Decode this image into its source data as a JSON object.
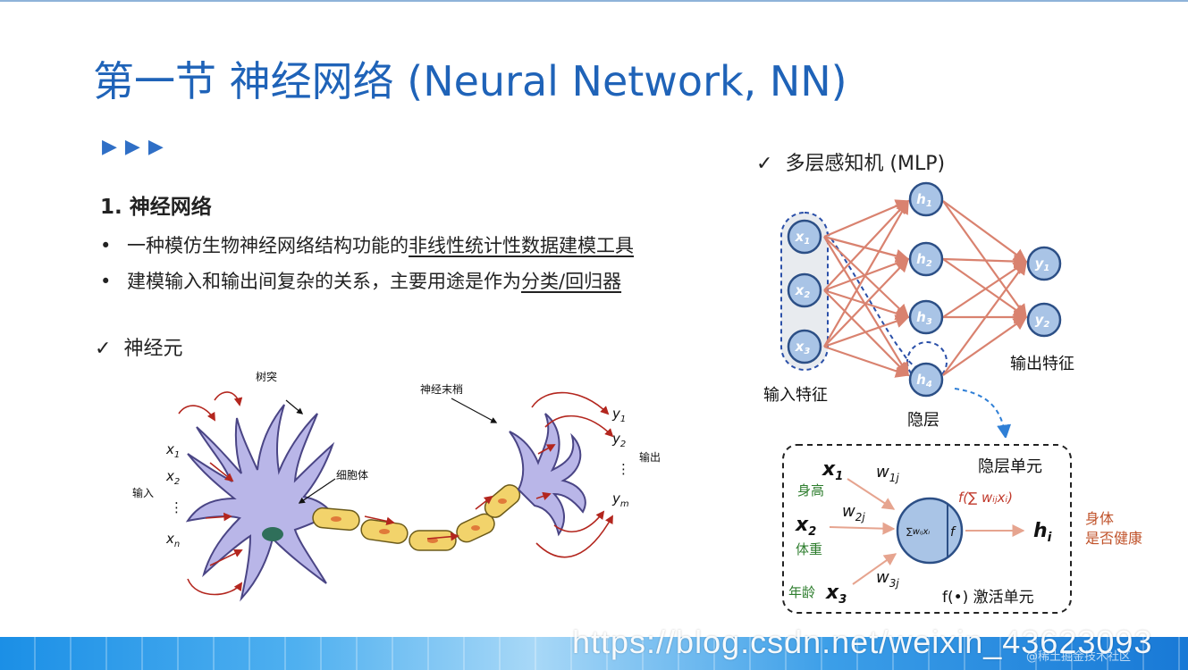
{
  "title": "第一节 神经网络 (Neural Network, NN)",
  "arrows": "▶▶▶",
  "section": {
    "heading": "1. 神经网络",
    "bullets": [
      {
        "prefix": "一种模仿生物神经网络结构功能的",
        "underlined": "非线性统计性数据建模工具",
        "suffix": ""
      },
      {
        "prefix": "建模输入和输出间复杂的关系，主要用途是作为",
        "underlined": "分类/回归器",
        "suffix": ""
      }
    ]
  },
  "neuron": {
    "heading": "神经元",
    "labels": {
      "dendrite": "树突",
      "axon_terminal": "神经末梢",
      "cell_body": "细胞体",
      "input": "输入",
      "output": "输出",
      "inputs": [
        "x1",
        "x2",
        "⋮",
        "xn"
      ],
      "outputs": [
        "y1",
        "y2",
        "⋮",
        "ym"
      ]
    }
  },
  "mlp": {
    "heading": "多层感知机 (MLP)",
    "inputs": [
      "x1",
      "x2",
      "x3"
    ],
    "hidden": [
      "h1",
      "h2",
      "h3",
      "h4"
    ],
    "outputs": [
      "y1",
      "y2"
    ],
    "input_label": "输入特征",
    "hidden_label": "隐层",
    "output_label": "输出特征"
  },
  "unit": {
    "title": "隐层单元",
    "inputs": [
      {
        "var": "x1",
        "name": "身高",
        "weight": "w1j"
      },
      {
        "var": "x2",
        "name": "体重",
        "weight": "w2j"
      },
      {
        "var": "x3",
        "name": "年龄",
        "weight": "w3j"
      }
    ],
    "sum_expr": "∑wᵢⱼxᵢ",
    "f": "f",
    "activation_expr": "f(∑ wᵢⱼxᵢ)",
    "output": "hi",
    "output_desc": [
      "身体",
      "是否健康"
    ],
    "activation_label": "f(•) 激活单元"
  },
  "watermark": "https://blog.csdn.net/weixin_43623093",
  "watermark_small": "@稀土掘金技术社区",
  "colors": {
    "title": "#1f63b8",
    "node_fill": "#a9c4e6",
    "node_stroke": "#2c4f86",
    "edge": "#d9826f",
    "dashed": "#2a4fa8",
    "input_name": "#2d7d2d",
    "weight_arrow": "#e6a48f",
    "activation": "#c0392b",
    "output_desc": "#c0532b",
    "neuron_fill": "#b9b6e8",
    "axon_fill": "#f2d36b",
    "nucleus": "#2f6f5a"
  }
}
